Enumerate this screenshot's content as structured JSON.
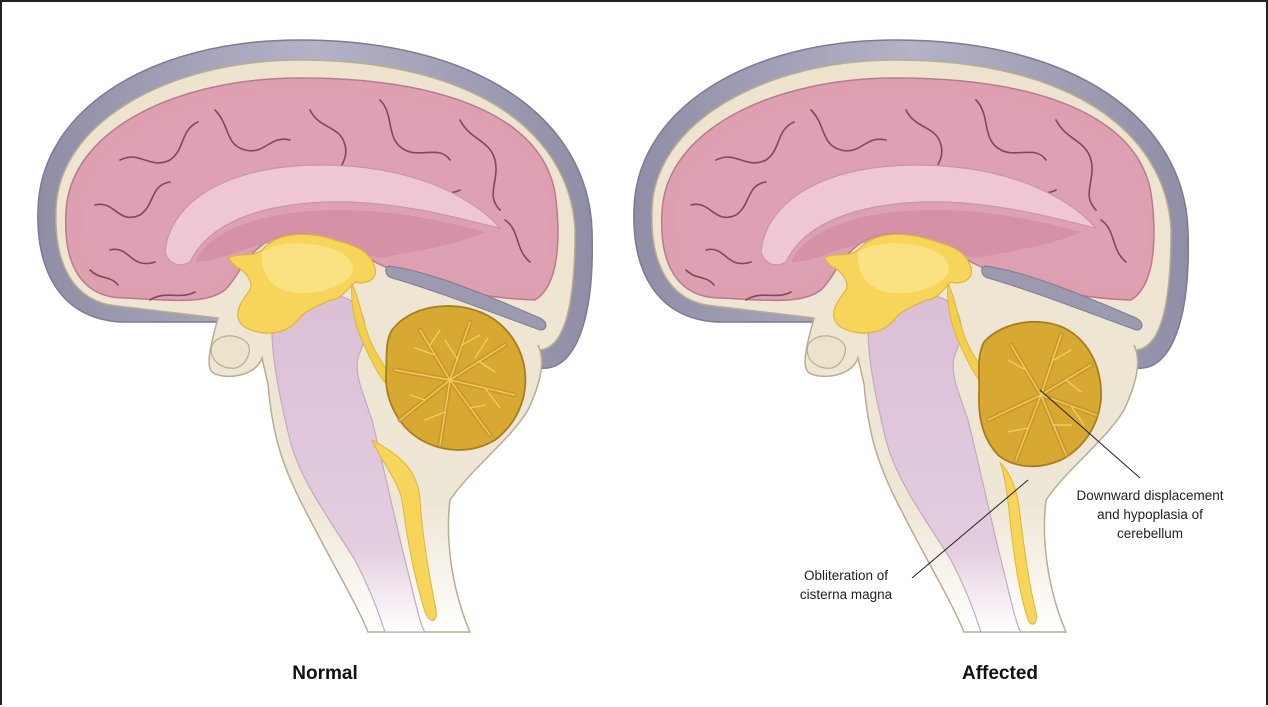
{
  "panels": [
    {
      "title": "Normal"
    },
    {
      "title": "Affected"
    }
  ],
  "annotations": {
    "cerebellum": [
      "Downward displacement",
      "and hypoplasia of",
      "cerebellum"
    ],
    "cisterna": [
      "Obliteration of",
      "cisterna magna"
    ]
  },
  "colors": {
    "skull": "#9b9aae",
    "meninges": "#ede3cd",
    "cerebrum": "#de9fb1",
    "corpus_callosum": "#efc7d2",
    "brainstem": "#dcc0d7",
    "cerebellum": "#d7a832",
    "csf": "#f7d45a",
    "outline": "#6b3e4e"
  }
}
